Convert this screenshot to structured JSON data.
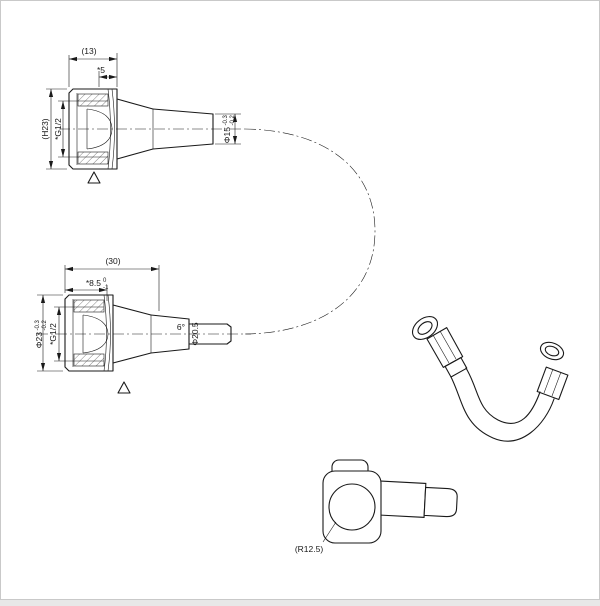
{
  "drawing_type": "hose-fitting-engineering-drawing",
  "top_view": {
    "length_total": "(13)",
    "thread_depth": "*5",
    "hex_size": "(H23)",
    "thread_spec": "*G1/2",
    "outlet_dia_base": "Φ15",
    "outlet_dia_tol_upper": "-0.3",
    "outlet_dia_tol_lower": "-0.2"
  },
  "middle_view": {
    "length_total": "(30)",
    "thread_depth_base": "*8.5",
    "thread_depth_tol_upper": "0",
    "thread_depth_tol_lower": "-1",
    "outer_dia_base": "Φ23",
    "outer_dia_tol_upper": "-0.3",
    "outer_dia_tol_lower": "-0.2",
    "thread_spec": "*G1/2",
    "taper_angle": "6°",
    "outlet_dia": "Φ20.5"
  },
  "elbow_view": {
    "radius_label": "(R12.5)"
  },
  "colors": {
    "line": "#1a1a1a",
    "background": "#ffffff"
  }
}
